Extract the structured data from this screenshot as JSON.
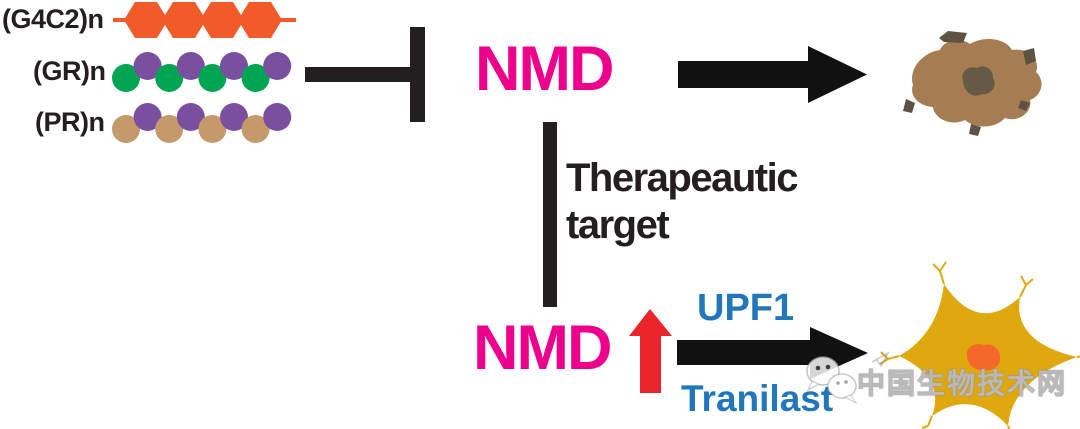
{
  "title": "C9orf72 repeat expansion / NMD therapeutic target diagram",
  "labels": {
    "repeat_g4c2": "(G4C2)n",
    "repeat_gr": "(GR)n",
    "repeat_pr": "(PR)n",
    "nmd_top": "NMD",
    "nmd_bottom": "NMD",
    "therapeutic_line1": "Therapeautic",
    "therapeutic_line2": "target",
    "upf1": "UPF1",
    "tranilast": "Tranilast",
    "watermark": "中国生物技术网"
  },
  "repeats": {
    "hexagon_chain": {
      "count": 4,
      "color": "#F15A29"
    },
    "gr_row": {
      "count": 8,
      "colors": [
        "#00A551",
        "#7B4FA0"
      ]
    },
    "pr_row": {
      "count": 8,
      "colors": [
        "#C49A6B",
        "#7B4FA0"
      ]
    }
  },
  "colors": {
    "orange": "#F15A29",
    "green": "#00A551",
    "purple": "#7B4FA0",
    "tan": "#C49A6B",
    "magenta": "#EC008C",
    "red": "#E9242A",
    "blue": "#2277BC",
    "black": "#231F20",
    "dying_cell_body": "#A67C52",
    "dying_cell_core": "#665A46",
    "dying_cell_debris": "#5E5244",
    "neuron_gold": "#DFA80F",
    "neuron_nucleus": "#F4682B"
  },
  "icons": {
    "inhibition_tbar": "T-bar inhibition symbol",
    "arrow_right_top": "black arrow to degenerating cell",
    "arrow_right_bottom": "black arrow to healthy neuron",
    "up_arrow_red": "NMD up-regulation arrow",
    "dying_cell": "degenerating cell blob",
    "healthy_neuron": "healthy neuron",
    "wechat_icon": "WeChat speech bubbles watermark",
    "paper_plane_icon": "small paper plane watermark"
  }
}
